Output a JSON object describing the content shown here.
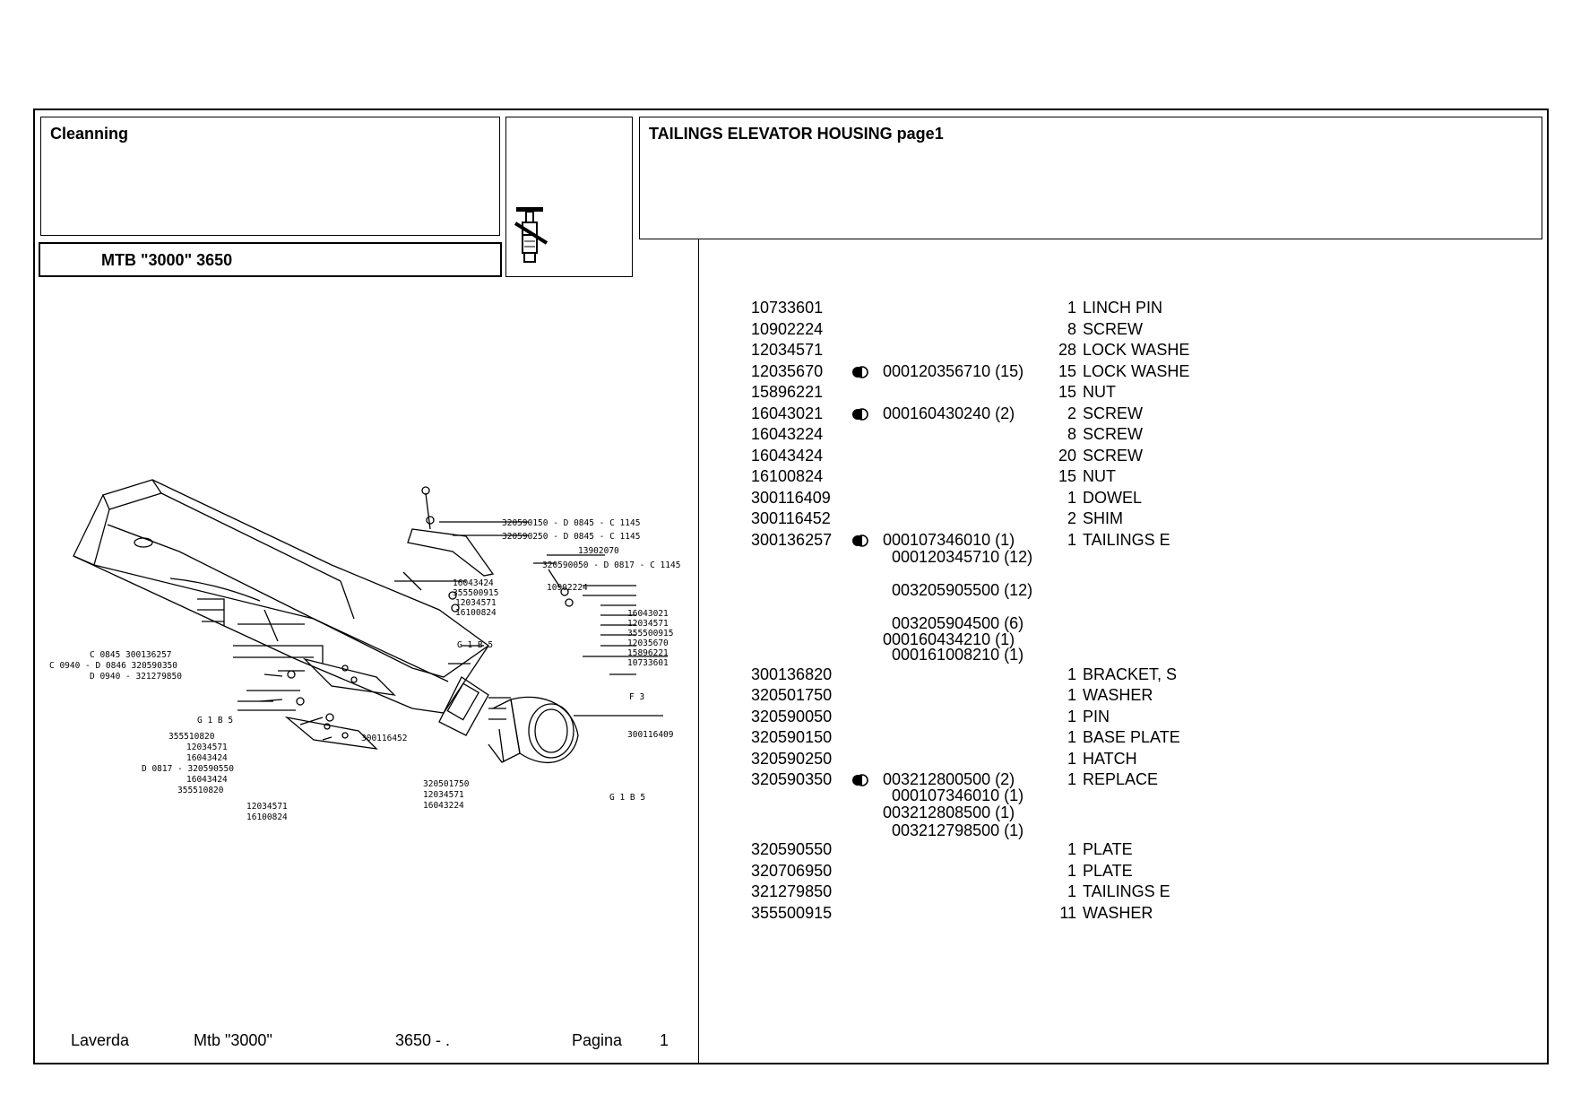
{
  "header": {
    "section": "Cleanning",
    "model": "MTB \"3000\" 3650",
    "title": "TAILINGS ELEVATOR HOUSING  page1"
  },
  "footer": {
    "brand": "Laverda",
    "model": "Mtb \"3000\"",
    "code": "3650 - .",
    "page_label": "Pagina",
    "page_number": "1"
  },
  "icons": {
    "header_icon": "cleaning-sieve-icon",
    "replacement_marker": "half-circle-replacement-icon"
  },
  "parts": [
    {
      "pn": "10733601",
      "alts": [],
      "qty": "1",
      "desc": "LINCH PIN"
    },
    {
      "pn": "10902224",
      "alts": [],
      "qty": "8",
      "desc": "SCREW"
    },
    {
      "pn": "12034571",
      "alts": [],
      "qty": "28",
      "desc": "LOCK WASHE"
    },
    {
      "pn": "12035670",
      "alts": [
        "000120356710  (15)"
      ],
      "qty": "15",
      "desc": "LOCK WASHE"
    },
    {
      "pn": "15896221",
      "alts": [],
      "qty": "15",
      "desc": "NUT"
    },
    {
      "pn": "16043021",
      "alts": [
        "000160430240  (2)"
      ],
      "qty": "2",
      "desc": "SCREW"
    },
    {
      "pn": "16043224",
      "alts": [],
      "qty": "8",
      "desc": "SCREW"
    },
    {
      "pn": "16043424",
      "alts": [],
      "qty": "20",
      "desc": "SCREW"
    },
    {
      "pn": "16100824",
      "alts": [],
      "qty": "15",
      "desc": "NUT"
    },
    {
      "pn": "300116409",
      "alts": [],
      "qty": "1",
      "desc": "DOWEL"
    },
    {
      "pn": "300116452",
      "alts": [],
      "qty": "2",
      "desc": "SHIM"
    },
    {
      "pn": "300136257",
      "alts": [
        "000107346010  (1)",
        "000120345710  (12)",
        "",
        "003205905500  (12)",
        "",
        "003205904500  (6)",
        "000160434210  (1)",
        "000161008210  (1)"
      ],
      "qty": "1",
      "desc": "TAILINGS E"
    },
    {
      "pn": "300136820",
      "alts": [],
      "qty": "1",
      "desc": "BRACKET, S"
    },
    {
      "pn": "320501750",
      "alts": [],
      "qty": "1",
      "desc": "WASHER"
    },
    {
      "pn": "320590050",
      "alts": [],
      "qty": "1",
      "desc": "PIN"
    },
    {
      "pn": "320590150",
      "alts": [],
      "qty": "1",
      "desc": "BASE PLATE"
    },
    {
      "pn": "320590250",
      "alts": [],
      "qty": "1",
      "desc": "HATCH"
    },
    {
      "pn": "320590350",
      "alts": [
        "003212800500  (2)",
        "000107346010  (1)",
        "003212808500  (1)",
        "003212798500  (1)"
      ],
      "qty": "1",
      "desc": "REPLACE"
    },
    {
      "pn": "320590550",
      "alts": [],
      "qty": "1",
      "desc": "PLATE"
    },
    {
      "pn": "320706950",
      "alts": [],
      "qty": "1",
      "desc": "PLATE"
    },
    {
      "pn": "321279850",
      "alts": [],
      "qty": "1",
      "desc": "TAILINGS E"
    },
    {
      "pn": "355500915",
      "alts": [],
      "qty": "11",
      "desc": "WASHER"
    }
  ],
  "drawing_labels": [
    "320590150 - D 0845 - C 1145",
    "320590250 - D 0845 - C 1145",
    "13902070",
    "320590050 - D 0817 - C 1145",
    "16043424",
    "355500915",
    "12034571",
    "16100824",
    "10902224",
    "16043021",
    "12034571",
    "355500915",
    "12035670",
    "15896221",
    "10733601",
    "300116409",
    "F 3",
    "G 1 B 5",
    "G 1 B 5",
    "C 0845  300136257",
    "C 0940 - D 0846  320590350",
    "D 0940 - 321279850",
    "G 1 B 5",
    "355510820",
    "12034571",
    "16043424",
    "D 0817 - 320590550",
    "16043424",
    "355510820",
    "12034571",
    "16100824",
    "300116452",
    "320501750",
    "12034571",
    "16043224"
  ]
}
